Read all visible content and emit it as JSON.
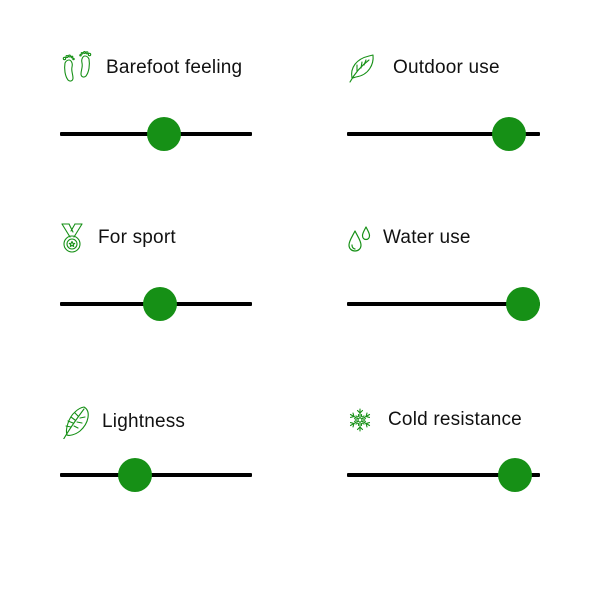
{
  "accent_color": "#169016",
  "track_color": "#000000",
  "attributes": [
    {
      "label": "Barefoot feeling",
      "icon": "footprints-icon",
      "value": 0.54
    },
    {
      "label": "Outdoor use",
      "icon": "leaf-icon",
      "value": 0.84
    },
    {
      "label": "For sport",
      "icon": "medal-icon",
      "value": 0.52
    },
    {
      "label": "Water use",
      "icon": "water-drops-icon",
      "value": 0.91
    },
    {
      "label": "Lightness",
      "icon": "feather-icon",
      "value": 0.39
    },
    {
      "label": "Cold resistance",
      "icon": "snowflake-icon",
      "value": 0.87
    }
  ]
}
